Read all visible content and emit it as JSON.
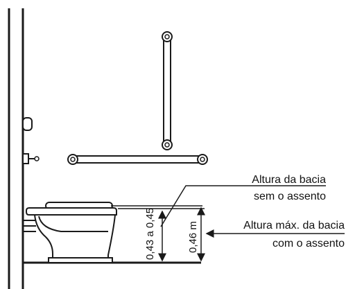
{
  "labels": {
    "bowl_height_without_seat_line1": "Altura da bacia",
    "bowl_height_without_seat_line2": "sem o assento",
    "bowl_max_height_with_seat_line1": "Altura máx. da bacia",
    "bowl_max_height_with_seat_line2": "com o assento"
  },
  "dimensions": {
    "height_range": "0,43 a 0,45",
    "max_height": "0,46 m"
  },
  "colors": {
    "line": "#1a1a1a",
    "fill": "#ffffff"
  }
}
